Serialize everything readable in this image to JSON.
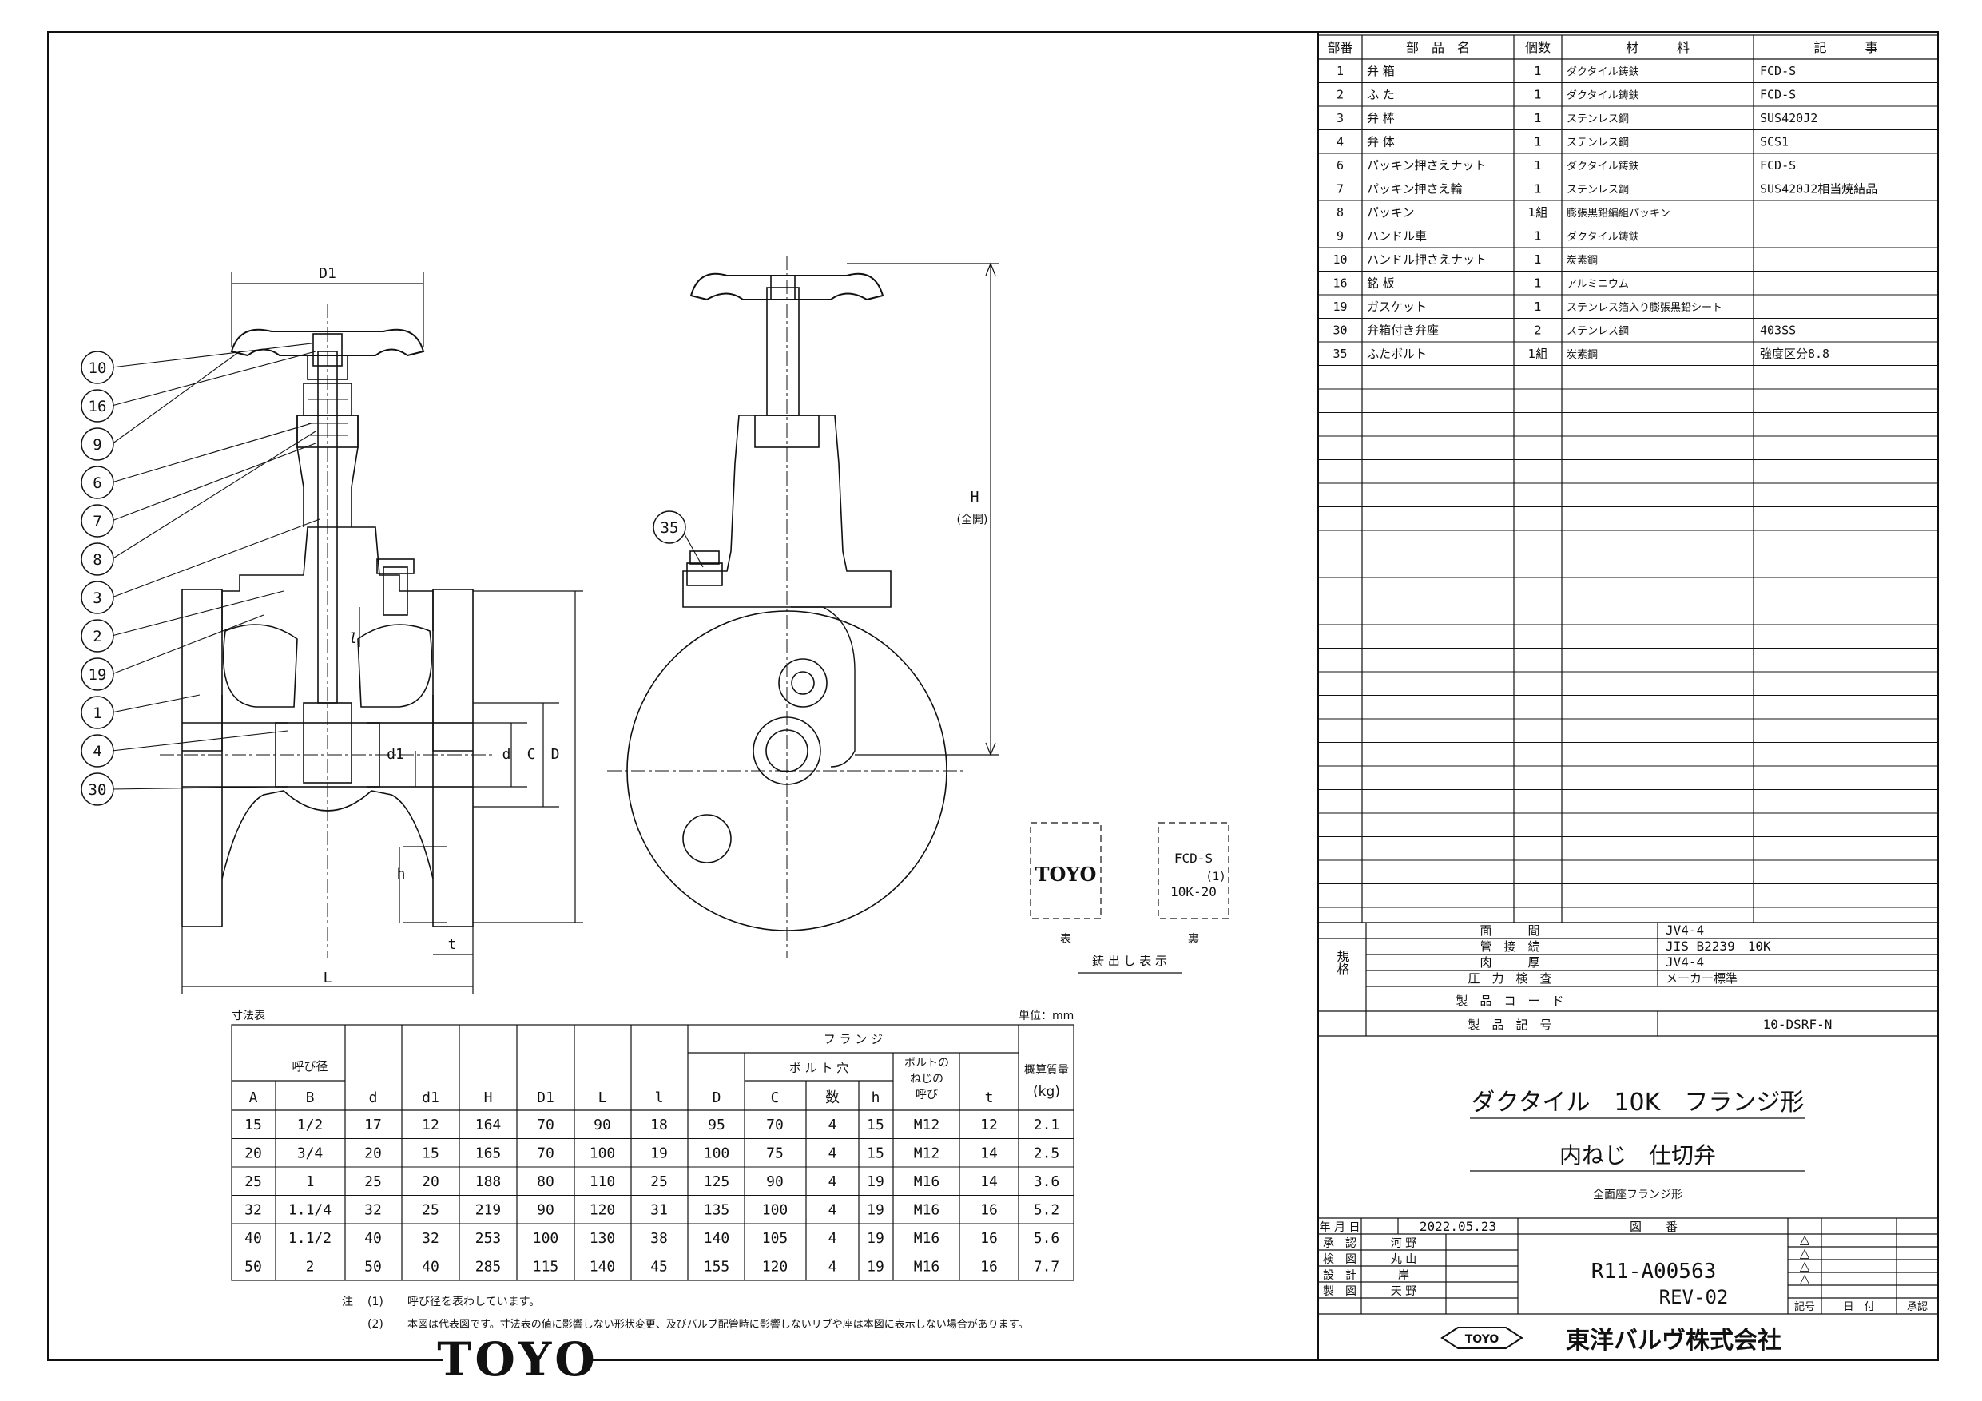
{
  "parts_table": {
    "headers": [
      "部番",
      "部　品　名",
      "個数",
      "材　　　料",
      "記　　　事"
    ],
    "rows": [
      [
        "1",
        "弁 箱",
        "1",
        "ダクタイル鋳鉄",
        "FCD-S"
      ],
      [
        "2",
        "ふ た",
        "1",
        "ダクタイル鋳鉄",
        "FCD-S"
      ],
      [
        "3",
        "弁 棒",
        "1",
        "ステンレス鋼",
        "SUS420J2"
      ],
      [
        "4",
        "弁 体",
        "1",
        "ステンレス鋼",
        "SCS1"
      ],
      [
        "6",
        "パッキン押さえナット",
        "1",
        "ダクタイル鋳鉄",
        "FCD-S"
      ],
      [
        "7",
        "パッキン押さえ輪",
        "1",
        "ステンレス鋼",
        "SUS420J2相当焼結品"
      ],
      [
        "8",
        "パッキン",
        "1組",
        "膨張黒鉛編組パッキン",
        ""
      ],
      [
        "9",
        "ハンドル車",
        "1",
        "ダクタイル鋳鉄",
        ""
      ],
      [
        "10",
        "ハンドル押さえナット",
        "1",
        "炭素鋼",
        ""
      ],
      [
        "16",
        "銘 板",
        "1",
        "アルミニウム",
        ""
      ],
      [
        "19",
        "ガスケット",
        "1",
        "ステンレス箔入り膨張黒鉛シート",
        ""
      ],
      [
        "30",
        "弁箱付き弁座",
        "2",
        "ステンレス鋼",
        "403SS"
      ],
      [
        "35",
        "ふたボルト",
        "1組",
        "炭素鋼",
        "強度区分8.8"
      ]
    ]
  },
  "spec": {
    "group_label": "規格",
    "rows": [
      [
        "面　　　間",
        "JV4-4"
      ],
      [
        "管　接　続",
        "JIS B2239　10K"
      ],
      [
        "肉　　　厚",
        "JV4-4"
      ],
      [
        "圧　力　検　査",
        "メーカー標準"
      ]
    ],
    "product_code_label": "製　品　コ　ー　ド",
    "product_code": "",
    "product_symbol_label": "製　品　記　号",
    "product_symbol": "10-DSRF-N"
  },
  "title": {
    "line1": "ダクタイル　10K　フランジ形",
    "line2": "内ねじ　仕切弁",
    "line3": "全面座フランジ形"
  },
  "approval": {
    "date_label": "年 月 日",
    "date": "2022.05.23",
    "drawing_no_label": "図　　番",
    "rows": [
      [
        "承　認",
        "河 野"
      ],
      [
        "検　図",
        "丸 山"
      ],
      [
        "設　計",
        "岸"
      ],
      [
        "製　図",
        "天 野"
      ]
    ],
    "drawing_no": "R11-A00563",
    "rev": "REV-02",
    "rev_headers": [
      "記号",
      "日　付",
      "承認"
    ],
    "rev_marks": [
      "△",
      "△",
      "△",
      "△"
    ]
  },
  "company": {
    "logo": "TOYO",
    "name": "東洋バルヴ株式会社"
  },
  "dim_table": {
    "caption": "寸法表",
    "unit": "単位：mm",
    "group_size": "呼び径",
    "group_flange": "フ ラ ン ジ",
    "group_bolt": "ボ ル ト 穴",
    "bolt_thread": "ボルトの ねじの 呼び",
    "weight": "概算質量 (kg)",
    "headers": [
      "A",
      "B",
      "d",
      "d1",
      "H",
      "D1",
      "L",
      "l",
      "D",
      "C",
      "数",
      "h",
      "t"
    ],
    "rows": [
      [
        "15",
        "1/2",
        "17",
        "12",
        "164",
        "70",
        "90",
        "18",
        "95",
        "70",
        "4",
        "15",
        "M12",
        "12",
        "2.1"
      ],
      [
        "20",
        "3/4",
        "20",
        "15",
        "165",
        "70",
        "100",
        "19",
        "100",
        "75",
        "4",
        "15",
        "M12",
        "14",
        "2.5"
      ],
      [
        "25",
        "1",
        "25",
        "20",
        "188",
        "80",
        "110",
        "25",
        "125",
        "90",
        "4",
        "19",
        "M16",
        "14",
        "3.6"
      ],
      [
        "32",
        "1.1/4",
        "32",
        "25",
        "219",
        "90",
        "120",
        "31",
        "135",
        "100",
        "4",
        "19",
        "M16",
        "16",
        "5.2"
      ],
      [
        "40",
        "1.1/2",
        "40",
        "32",
        "253",
        "100",
        "130",
        "38",
        "140",
        "105",
        "4",
        "19",
        "M16",
        "16",
        "5.6"
      ],
      [
        "50",
        "2",
        "50",
        "40",
        "285",
        "115",
        "140",
        "45",
        "155",
        "120",
        "4",
        "19",
        "M16",
        "16",
        "7.7"
      ]
    ]
  },
  "notes": {
    "label": "注",
    "n1_num": "(1)",
    "n1": "呼び径を表わしています。",
    "n2_num": "(2)",
    "n2": "本図は代表図です。寸法表の値に影響しない形状変更、及びバルブ配管時に影響しないリブや座は本図に表示しない場合があります。"
  },
  "casting": {
    "front_logo": "TOYO",
    "back_l1": "FCD-S",
    "back_l2": "(1)",
    "back_l3": "10K-20",
    "front_label": "表",
    "back_label": "裏",
    "caption": "鋳 出 し 表 示"
  },
  "drawing": {
    "bubbles": [
      "10",
      "16",
      "9",
      "6",
      "7",
      "8",
      "3",
      "2",
      "19",
      "1",
      "4",
      "30",
      "35"
    ],
    "dim_D1": "D1",
    "dim_H": "H",
    "dim_H_note": "(全開)",
    "dim_d1": "d1",
    "dim_d": "d",
    "dim_C": "C",
    "dim_D": "D",
    "dim_h": "h",
    "dim_t": "t",
    "dim_L": "L",
    "dim_l": "l"
  },
  "frame_logo": "TOYO"
}
